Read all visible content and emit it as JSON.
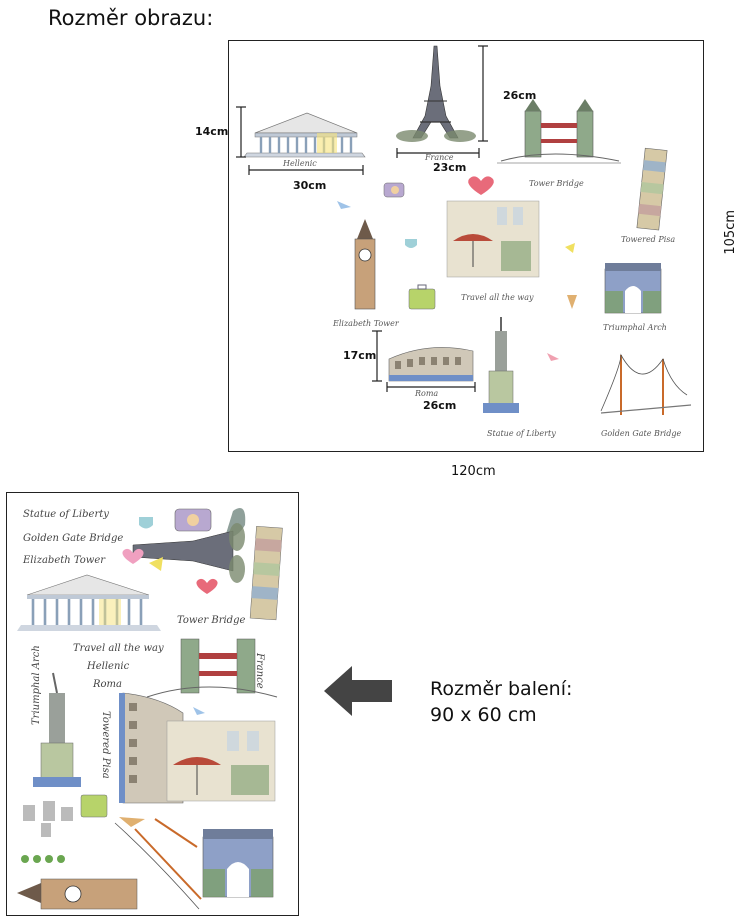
{
  "heading": "Rozměr obrazu:",
  "image_dimensions": {
    "width_total": "120cm",
    "height_total": "105cm",
    "parthenon_height": "14cm",
    "parthenon_width": "30cm",
    "eiffel_height": "26cm",
    "eiffel_width": "23cm",
    "colosseum_height": "17cm",
    "colosseum_width": "26cm"
  },
  "sticker_captions": {
    "hellenic": "Hellenic",
    "france": "France",
    "tower_bridge": "Tower Bridge",
    "towered_pisa": "Towered Pisa",
    "travel": "Travel all the way",
    "elizabeth_tower": "Elizabeth Tower",
    "triumphal_arch": "Triumphal Arch",
    "roma": "Roma",
    "statue_of_liberty": "Statue of Liberty",
    "golden_gate": "Golden Gate Bridge"
  },
  "sheet_captions": {
    "statue_of_liberty": "Statue of Liberty",
    "golden_gate": "Golden Gate Bridge",
    "elizabeth_tower": "Elizabeth Tower",
    "tower_bridge": "Tower Bridge",
    "france": "France",
    "travel": "Travel all the way",
    "hellenic": "Hellenic",
    "roma": "Roma",
    "triumphal_arch": "Triumphal Arch",
    "towered_pisa": "Towered Pisa"
  },
  "packaging": {
    "label": "Rozměr balení:",
    "size": "90 x 60 cm"
  },
  "icons": [
    "arrow-left-icon"
  ]
}
